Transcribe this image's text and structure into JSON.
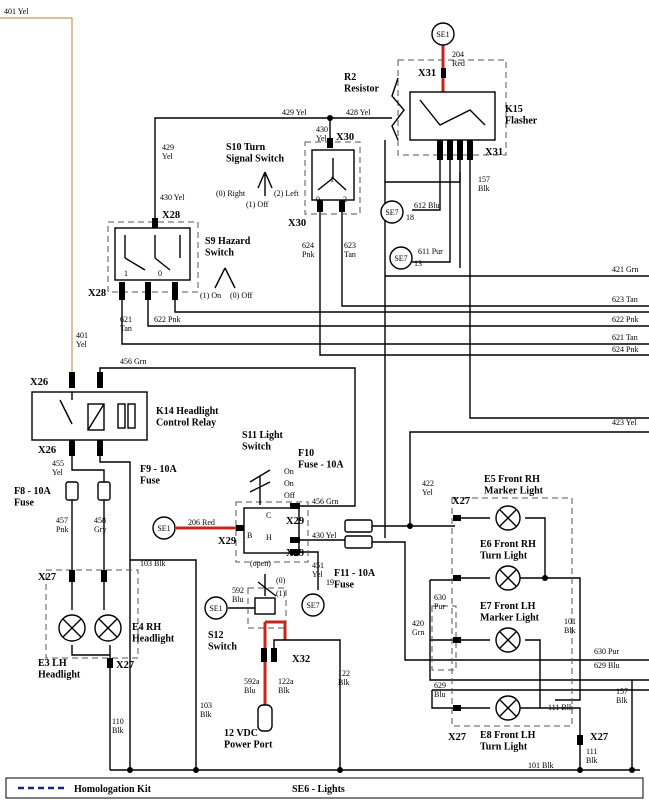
{
  "diagram": {
    "title": "SE6 - Lights",
    "legend": "Homologation Kit",
    "components": {
      "k15": "K15\nFlasher",
      "r2": "R2\nResistor",
      "s10": "S10 Turn\nSignal Switch",
      "s9": "S9 Hazard\nSwitch",
      "k14": "K14 Headlight\nControl Relay",
      "s11": "S11 Light\nSwitch",
      "f10": "F10\nFuse - 10A",
      "f9": "F9 - 10A\nFuse",
      "f8": "F8 - 10A\nFuse",
      "f11": "F11 - 10A\nFuse",
      "e5": "E5 Front RH\nMarker Light",
      "e6": "E6 Front RH\nTurn Light",
      "e7": "E7 Front LH\nMarker Light",
      "e8": "E8 Front LH\nTurn Light",
      "e4": "E4 RH\nHeadlight",
      "e3": "E3 LH\nHeadlight",
      "s12": "S12\nSwitch",
      "port": "12 VDC\nPower Port"
    },
    "switch_positions": {
      "s10_right": "(0) Right",
      "s10_off": "(1) Off",
      "s10_left": "(2) Left",
      "s9_on": "(1) On",
      "s9_off": "(0) Off",
      "s11_on1": "On",
      "s11_on2": "On",
      "s11_off": "Off",
      "s12_0": "(0)",
      "s12_1": "(1)",
      "open": "(open)"
    },
    "connectors": {
      "x31a": "X31",
      "x31b": "X31",
      "x30a": "X30",
      "x30b": "X30",
      "x28a": "X28",
      "x28b": "X28",
      "x26a": "X26",
      "x26b": "X26",
      "x27a": "X27",
      "x27b": "X27",
      "x27c": "X27",
      "x27d": "X27",
      "x27e": "X27",
      "x29a": "X29",
      "x29b": "X29",
      "x29c": "X29",
      "x32": "X32"
    },
    "se_refs": [
      "SE1",
      "SE7",
      "SE7",
      "SE1",
      "SE1",
      "SE7"
    ],
    "se_nums": [
      "18",
      "13",
      "19"
    ],
    "pins": {
      "p0": "0",
      "p1": "1",
      "p2": "2",
      "pB": "B",
      "pC": "C",
      "pH": "H",
      "h1": "1",
      "h0": "0"
    },
    "wires": {
      "w401top": "401 Yel",
      "w204": "204\nRed",
      "w429a": "429 Yel",
      "w428": "428 Yel",
      "w430a": "430\nYel",
      "w429b": "429\nYel",
      "w430b": "430 Yel",
      "w157a": "157\nBlk",
      "w612": "612 Blu",
      "w611": "611 Pur",
      "w624a": "624\nPnk",
      "w623a": "623\nTan",
      "w621a": "621\nTan",
      "w622a": "622 Pnk",
      "w401b": "401\nYel",
      "w456a": "456 Grn",
      "w421": "421 Grn",
      "w623b": "623 Tan",
      "w622b": "622 Pnk",
      "w621b": "621 Tan",
      "w624b": "624 Pnk",
      "w423": "423 Yel",
      "w455": "455\nYel",
      "w457": "457\nPnk",
      "w458": "458\nGry",
      "w103a": "103 Blk",
      "w206": "206 Red",
      "w456b": "456 Grn",
      "w430c": "430 Yel",
      "w422": "422\nYel",
      "w451": "451\nYel",
      "w592": "592\nBlu",
      "w420": "420\nGrn",
      "w630a": "630\nPur",
      "w630b": "630 Pur",
      "w629a": "629 Blu",
      "w629b": "629\nBlu",
      "w101a": "101\nBlk",
      "w111a": "111 Blk",
      "w157b": "157\nBlk",
      "w111b": "111\nBlk",
      "w101b": "101 Blk",
      "w122": "122\nBlk",
      "w592a": "592a\nBlu",
      "w122a": "122a\nBlk",
      "w103b": "103\nBlk",
      "w110": "110\nBlk"
    }
  }
}
